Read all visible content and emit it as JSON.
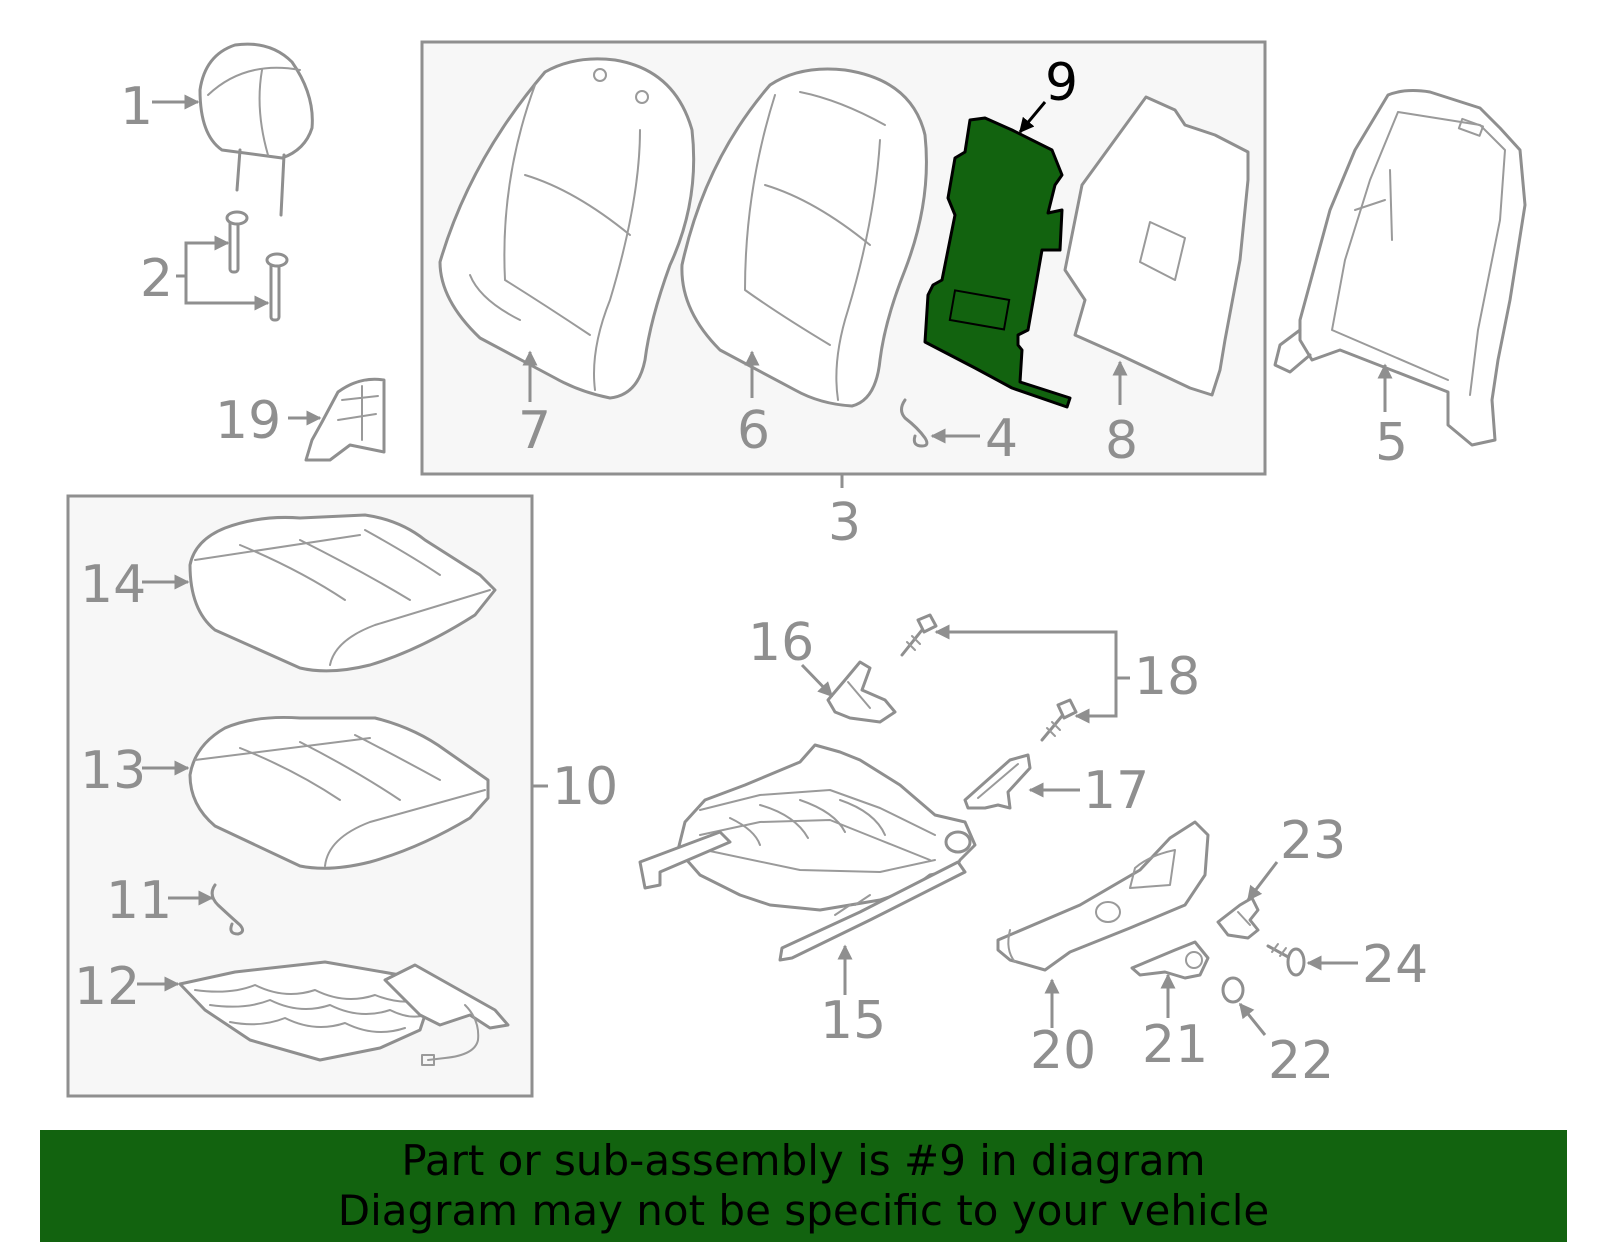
{
  "colors": {
    "highlight": "#12630f",
    "outline": "#8f8f8f",
    "box_fill": "#f7f7f7",
    "banner_text": "#000000"
  },
  "callouts": {
    "c1": "1",
    "c2": "2",
    "c3": "3",
    "c4": "4",
    "c5": "5",
    "c6": "6",
    "c7": "7",
    "c8": "8",
    "c9": "9",
    "c10": "10",
    "c11": "11",
    "c12": "12",
    "c13": "13",
    "c14": "14",
    "c15": "15",
    "c16": "16",
    "c17": "17",
    "c18": "18",
    "c19": "19",
    "c20": "20",
    "c21": "21",
    "c22": "22",
    "c23": "23",
    "c24": "24"
  },
  "highlighted_part": "9",
  "banner": {
    "line1": "Part or sub-assembly is #9 in diagram",
    "line2": "Diagram may not be specific to your vehicle"
  }
}
